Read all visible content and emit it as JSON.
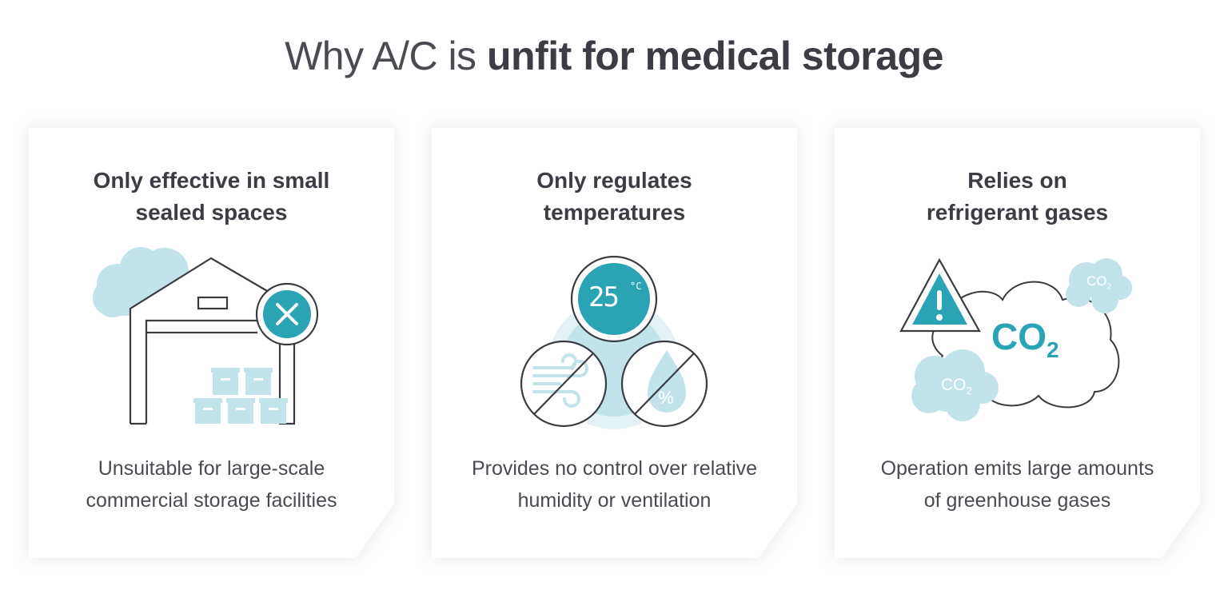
{
  "title": {
    "prefix": "Why A/C is",
    "emphasis": "unfit for medical storage"
  },
  "colors": {
    "teal": "#2aa4b4",
    "light_blue": "#c3e3ea",
    "text": "#3c3c44",
    "line": "#3a3a40"
  },
  "cards": [
    {
      "heading": [
        "Only effective in small",
        "sealed spaces"
      ],
      "body": [
        "Unsuitable for large-scale",
        "commercial storage facilities"
      ],
      "icon": "warehouse-with-x-icon"
    },
    {
      "heading": [
        "Only regulates",
        "temperatures"
      ],
      "body": [
        "Provides no control over relative",
        "humidity or ventilation"
      ],
      "icon": "thermostat-icon",
      "thermostat": {
        "value": "25",
        "unit": "°C"
      }
    },
    {
      "heading": [
        "Relies on",
        "refrigerant gases"
      ],
      "body": [
        "Operation emits large amounts",
        "of greenhouse gases"
      ],
      "icon": "co2-clouds-icon",
      "co2_label": "CO",
      "co2_sub": "2"
    }
  ]
}
